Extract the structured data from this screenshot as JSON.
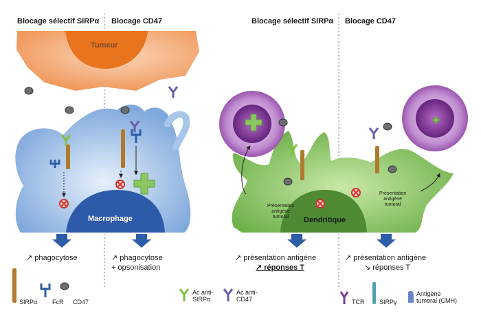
{
  "left_panel": {
    "header_left": "Blocage sélectif SIRPα",
    "header_right": "Blocage CD47",
    "tumor_label": "Tumeur",
    "macrophage_label": "Macrophage",
    "outcome_left": "↗ phagocytose",
    "outcome_right_line1": "↗ phagocytose",
    "outcome_right_line2": "+ opsonisation"
  },
  "right_panel": {
    "header_left": "Blocage sélectif SIRPα",
    "header_right": "Blocage CD47",
    "dendritic_label": "Dendritique",
    "presentation_left": [
      "Présentation",
      "antigène",
      "tumoral"
    ],
    "presentation_right": [
      "Présentation",
      "antigène",
      "tumoral"
    ],
    "outcome_left_line1": "↗ présentation antigène",
    "outcome_left_line2": "↗ réponses T",
    "outcome_right_line1": "↗ présentation antigène",
    "outcome_right_line2": "↘ réponses T"
  },
  "legend": {
    "sirpa": "SIRPα",
    "fcr": "FcR",
    "cd47": "CD47",
    "ac_anti_sirpa": [
      "Ac anti-",
      "SIRPα"
    ],
    "ac_anti_cd47": [
      "Ac anti-",
      "CD47"
    ],
    "tcr": "TCR",
    "sirpg": "SIRPγ",
    "antigen": [
      "Antigène",
      "tumoral (CMH)"
    ]
  },
  "colors": {
    "tumor_orange": "#F5A775",
    "tumor_core": "#E8741E",
    "macrophage_blue": "#A8C6EA",
    "macrophage_nucleus": "#2E5BA9",
    "dendritic_green": "#8CC764",
    "dendritic_nucleus": "#4E8A34",
    "tcell_purple": "#9C58AE",
    "arrow_blue": "#2E5DA8",
    "inhibit_red": "#D3322C"
  },
  "icons": {
    "arrow": "down-arrow-icon",
    "inhibit": "inhibit-circle-icon",
    "activate": "plus-cross-icon"
  }
}
